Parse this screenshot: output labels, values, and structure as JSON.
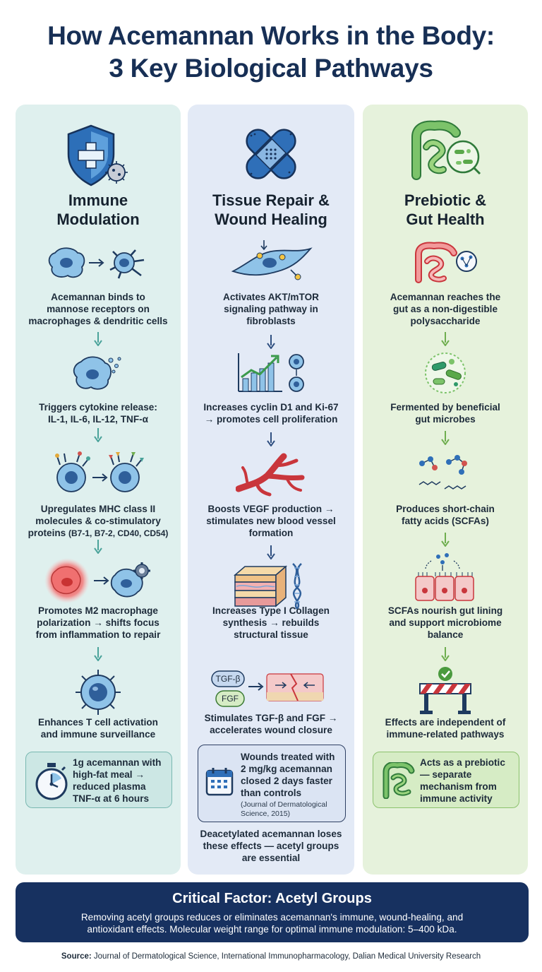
{
  "title": {
    "line1": "How Acemannan Works in the Body:",
    "line2": "3 Key Biological Pathways"
  },
  "columns": [
    {
      "heading": [
        "Immune",
        "Modulation"
      ],
      "header_icon": "shield-virus-icon",
      "accent": "#4aa39a",
      "steps": [
        {
          "icon": "macrophage-dendritic-icon",
          "lines": [
            "Acemannan binds to",
            "mannose receptors on",
            "macrophages & dendritic cells"
          ]
        },
        {
          "icon": "cytokine-release-icon",
          "lines": [
            "Triggers cytokine release:",
            "IL-1, IL-6, IL-12, TNF-α"
          ]
        },
        {
          "icon": "mhc-receptor-cells-icon",
          "lines": [
            "Upregulates MHC class II",
            "molecules & co-stimulatory"
          ],
          "line3_main": "proteins",
          "line3_small": "(B7-1, B7-2, CD40, CD54)"
        },
        {
          "icon": "m2-polarization-icon",
          "lines": [
            "Promotes M2 macrophage",
            "polarization → shifts focus",
            "from inflammation to repair"
          ]
        },
        {
          "icon": "t-cell-icon",
          "lines": [
            "Enhances T cell activation",
            "and immune surveillance"
          ]
        }
      ],
      "callout": {
        "icon": "stopwatch-icon",
        "lines": [
          "1g acemannan with",
          "high-fat meal →",
          "reduced plasma",
          "TNF-α at 6 hours"
        ]
      }
    },
    {
      "heading": [
        "Tissue Repair &",
        "Wound Healing"
      ],
      "header_icon": "bandage-icon",
      "accent": "#2f4f80",
      "steps": [
        {
          "icon": "fibroblast-icon",
          "lines": [
            "Activates AKT/mTOR",
            "signaling pathway in",
            "fibroblasts"
          ]
        },
        {
          "icon": "growth-chart-icon",
          "lines": [
            "Increases cyclin D1 and Ki-67",
            "→ promotes cell proliferation"
          ]
        },
        {
          "icon": "blood-vessel-icon",
          "lines": [
            "Boosts VEGF production →",
            "stimulates new blood vessel",
            "formation"
          ]
        },
        {
          "icon": "collagen-dna-icon",
          "lines": [
            "Increases Type I Collagen",
            "synthesis → rebuilds",
            "structural tissue"
          ]
        },
        {
          "icon": "wound-closure-icon",
          "tags": [
            "TGF-β",
            "FGF"
          ],
          "lines": [
            "Stimulates TGF-β and FGF →",
            "accelerates wound closure"
          ]
        }
      ],
      "callout": {
        "icon": "calendar-icon",
        "lines": [
          "Wounds treated with",
          "2 mg/kg acemannan",
          "closed 2 days faster",
          "than controls"
        ],
        "cite": [
          "(Journal of Dermatological",
          "Science, 2015)"
        ]
      },
      "note": [
        "Deacetylated acemannan loses",
        "these effects — acetyl groups",
        "are essential"
      ]
    },
    {
      "heading": [
        "Prebiotic &",
        "Gut Health"
      ],
      "header_icon": "gut-microbe-icon",
      "accent": "#6fae4f",
      "steps": [
        {
          "icon": "intestine-icon",
          "lines": [
            "Acemannan reaches the",
            "gut as a non-digestible",
            "polysaccharide"
          ]
        },
        {
          "icon": "microbes-icon",
          "lines": [
            "Fermented by beneficial",
            "gut microbes"
          ]
        },
        {
          "icon": "molecule-chain-icon",
          "lines": [
            "Produces short-chain",
            "fatty acids (SCFAs)"
          ]
        },
        {
          "icon": "gut-lining-icon",
          "lines": [
            "SCFAs nourish gut lining",
            "and support microbiome",
            "balance"
          ]
        },
        {
          "icon": "barrier-check-icon",
          "lines": [
            "Effects are independent of",
            "immune-related pathways"
          ]
        }
      ],
      "callout": {
        "icon": "intestine-small-icon",
        "lines": [
          "Acts as a prebiotic",
          "— separate",
          "mechanism from",
          "immune activity"
        ]
      }
    }
  ],
  "banner": {
    "title": "Critical Factor: Acetyl Groups",
    "lines": [
      "Removing acetyl groups reduces or eliminates acemannan's immune, wound-healing, and",
      "antioxidant effects. Molecular weight range for optimal immune modulation: 5–400 kDa."
    ]
  },
  "source": {
    "label": "Source:",
    "text": "Journal of Dermatological Science, International Immunopharmacology, Dalian Medical University Research"
  }
}
